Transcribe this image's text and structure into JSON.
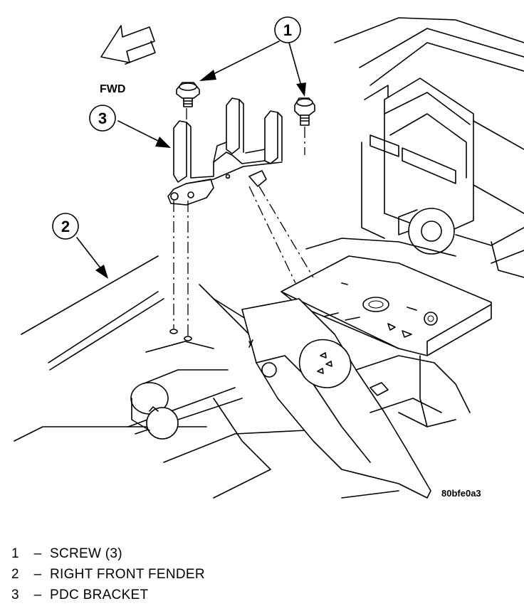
{
  "callouts": [
    {
      "number": "1"
    },
    {
      "number": "2"
    },
    {
      "number": "3"
    }
  ],
  "direction_label": "FWD",
  "figure_code": "80bfe0a3",
  "legend": [
    {
      "number": "1",
      "dash": "–",
      "text": "SCREW (3)"
    },
    {
      "number": "2",
      "dash": "–",
      "text": "RIGHT FRONT FENDER"
    },
    {
      "number": "3",
      "dash": "–",
      "text": "PDC BRACKET"
    }
  ]
}
